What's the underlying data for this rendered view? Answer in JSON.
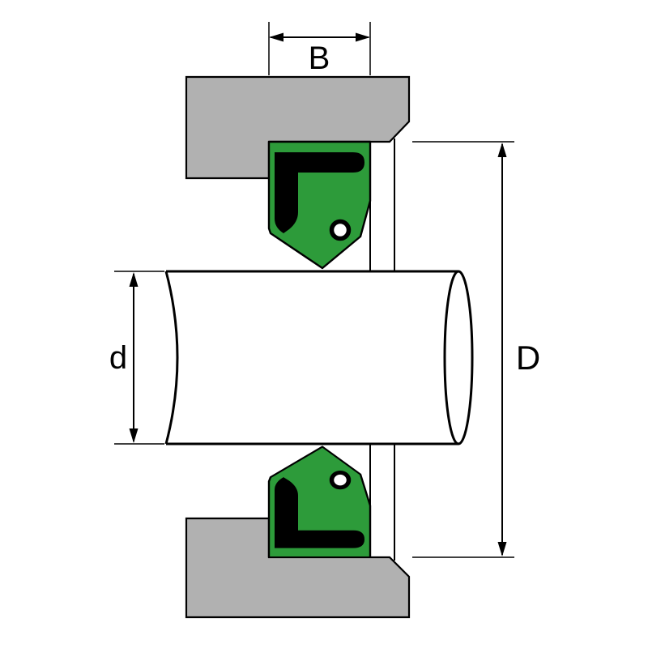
{
  "diagram": {
    "labels": {
      "seal_width": "B",
      "shaft_diameter": "d",
      "housing_bore_diameter": "D"
    },
    "colors": {
      "background": "#ffffff",
      "housing_gray": "#b1b1b1",
      "seal_green": "#2d9b3a",
      "outline_black": "#000000",
      "shaft_white": "#ffffff"
    }
  }
}
